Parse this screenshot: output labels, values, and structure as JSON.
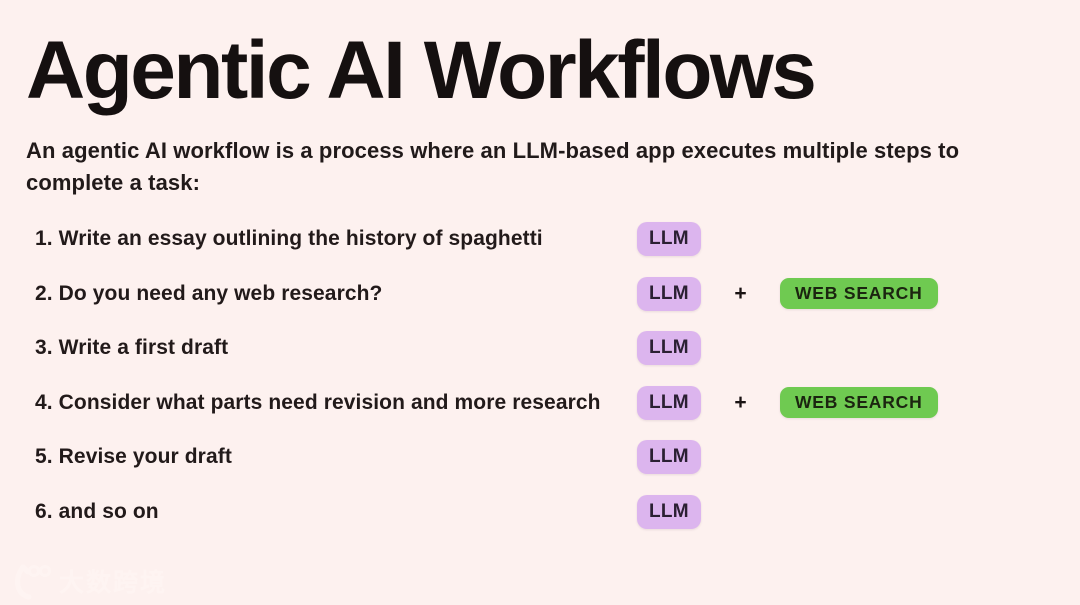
{
  "page": {
    "background": "#fdf1ef",
    "text_color": "#1e1616"
  },
  "title": "Agentic AI Workflows",
  "subtitle": "An agentic AI workflow is a process where an LLM-based app executes multiple steps to complete a task:",
  "badge_labels": {
    "llm": "LLM",
    "plus": "+",
    "web_search": "WEB SEARCH"
  },
  "badge_colors": {
    "llm_bg": "#dcb5ee",
    "llm_text": "#2b2033",
    "web_bg": "#6fca51",
    "web_text": "#1b2510"
  },
  "steps": [
    {
      "label": "1. Write an essay outlining the history of spaghetti",
      "badges": [
        "llm"
      ]
    },
    {
      "label": "2. Do you need any web research?",
      "badges": [
        "llm",
        "web_search"
      ]
    },
    {
      "label": "3. Write a first draft",
      "badges": [
        "llm"
      ]
    },
    {
      "label": "4. Consider what parts need revision and more research",
      "badges": [
        "llm",
        "web_search"
      ]
    },
    {
      "label": "5. Revise your draft",
      "badges": [
        "llm"
      ]
    },
    {
      "label": "6. and so on",
      "badges": [
        "llm"
      ]
    }
  ],
  "watermark": {
    "text": "大数跨境"
  }
}
